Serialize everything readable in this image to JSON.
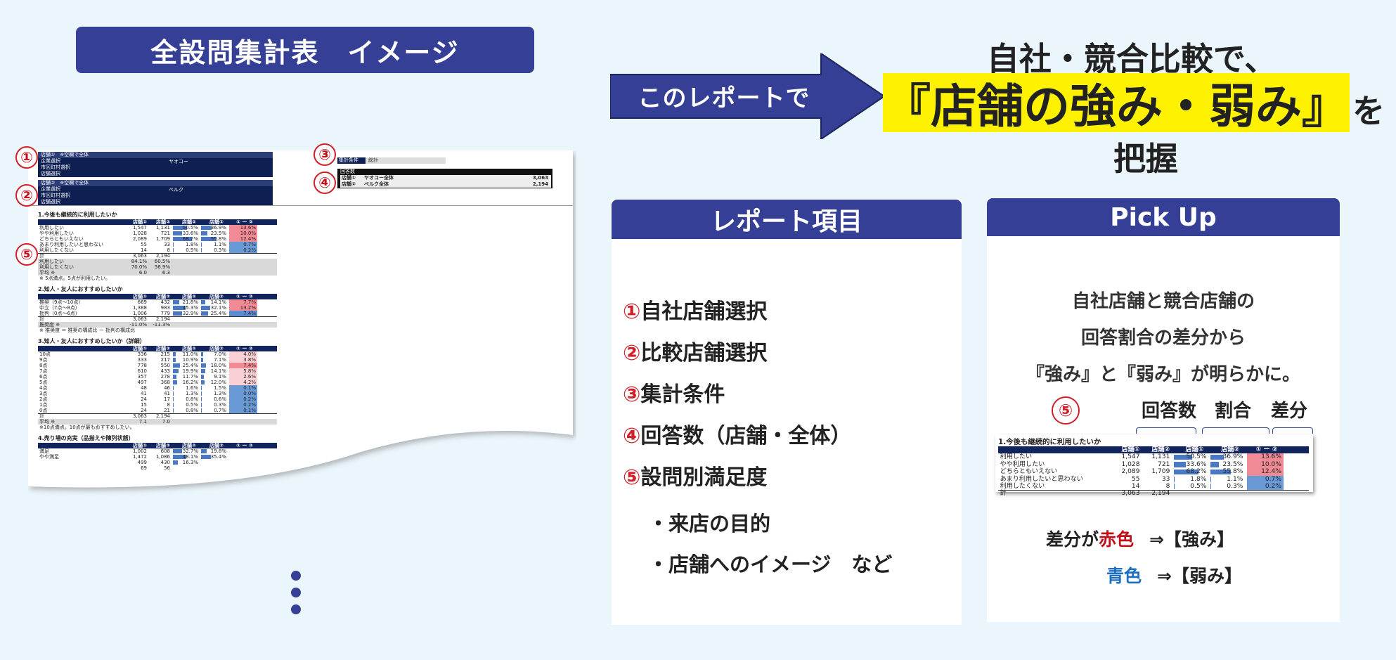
{
  "title_badge": "全設問集計表　イメージ",
  "arrow_label": "このレポートで",
  "headline": {
    "line1": "自社・競合比較で、",
    "highlight": "『店舗の強み・弱み』",
    "suffix": "を",
    "line3": "把握"
  },
  "left_panel": {
    "title": "レポート項目",
    "items": [
      {
        "num": "①",
        "text": "自社店舗選択"
      },
      {
        "num": "②",
        "text": "比較店舗選択"
      },
      {
        "num": "③",
        "text": "集計条件"
      },
      {
        "num": "④",
        "text": "回答数（店舗・全体）"
      },
      {
        "num": "⑤",
        "text": "設問別満足度"
      }
    ],
    "subitems": [
      "・来店の目的",
      "・店舗へのイメージ　など"
    ]
  },
  "right_panel": {
    "title": "Pick Up",
    "lines": [
      "自社店舗と競合店舗の",
      "回答割合の差分から",
      "『強み』と『弱み』が明らかに。"
    ],
    "marker": "⑤",
    "col_labels": [
      "回答数",
      "割合",
      "差分"
    ],
    "legend_red_prefix": "差分が",
    "legend_red": "赤色",
    "legend_red_suffix": "⇒【強み】",
    "legend_blue": "青色",
    "legend_blue_suffix": "⇒【弱み】",
    "colors": {
      "red": "#c0101a",
      "blue": "#1f6fc0"
    }
  },
  "doc": {
    "markers": [
      "①",
      "②",
      "③",
      "④",
      "⑤"
    ],
    "store1": {
      "label": "店舗①　※空欄で全体",
      "rows": [
        "企業選択",
        "市区町村選択",
        "店舗選択"
      ],
      "value": "ヤオコー"
    },
    "store2": {
      "label": "店舗②　※空欄で全体",
      "rows": [
        "企業選択",
        "市区町村選択",
        "店舗選択"
      ],
      "value": "ベルク"
    },
    "cond": {
      "label": "集計条件",
      "value": "総計"
    },
    "resp": {
      "title": "回答数",
      "rows": [
        [
          "店舗①",
          "ヤオコー全体",
          "3,063"
        ],
        [
          "店舗②",
          "ベルク全体",
          "2,194"
        ]
      ]
    },
    "header": [
      "店舗①",
      "店舗②",
      "店舗①",
      "店舗②",
      "① ー ②"
    ],
    "q1": {
      "title": "1.今後も継続的に利用したいか",
      "rows": [
        [
          "利用したい",
          "1,547",
          "1,131",
          "50.5%",
          "36.9%",
          "13.6%",
          50.5,
          36.9,
          13.6
        ],
        [
          "やや利用したい",
          "1,028",
          "721",
          "33.6%",
          "23.5%",
          "10.0%",
          33.6,
          23.5,
          10.0
        ],
        [
          "どちらともいえない",
          "2,089",
          "1,709",
          "68.2%",
          "55.8%",
          "12.4%",
          68.2,
          55.8,
          12.4
        ],
        [
          "あまり利用したいと思わない",
          "55",
          "33",
          "1.8%",
          "1.1%",
          "0.7%",
          1.8,
          1.1,
          -0.7
        ],
        [
          "利用したくない",
          "14",
          "8",
          "0.5%",
          "0.3%",
          "0.2%",
          0.5,
          0.3,
          -0.2
        ]
      ],
      "total": [
        "計",
        "3,063",
        "2,194"
      ],
      "extra": [
        [
          "利用したい",
          "84.1%",
          "60.5%"
        ],
        [
          "利用したくない",
          "70.0%",
          "56.9%"
        ],
        [
          "平均 ※",
          "6.0",
          "6.3"
        ]
      ],
      "note": "※ 5点満点。5点が利用したい。"
    },
    "q2": {
      "title": "2.知人・友人におすすめしたいか",
      "rows": [
        [
          "推奨（9点〜10点）",
          "669",
          "432",
          "21.8%",
          "14.1%",
          "7.7%",
          21.8,
          14.1,
          7.7
        ],
        [
          "中立（7点〜8点）",
          "1,388",
          "983",
          "45.3%",
          "32.1%",
          "13.2%",
          45.3,
          32.1,
          13.2
        ],
        [
          "批判（0点〜6点）",
          "1,006",
          "779",
          "32.9%",
          "25.4%",
          "7.4%",
          32.9,
          25.4,
          -7.4
        ]
      ],
      "total": [
        "計",
        "3,063",
        "2,194"
      ],
      "extra": [
        [
          "推奨度 ※",
          "-11.0%",
          "-11.3%"
        ]
      ],
      "note": "※ 推奨度 ＝ 推奨の構成比 ー 批判の構成比"
    },
    "q3": {
      "title": "3.知人・友人におすすめしたいか（詳細）",
      "rows": [
        [
          "10点",
          "336",
          "215",
          "11.0%",
          "7.0%",
          "4.0%",
          11.0,
          7.0,
          4.0
        ],
        [
          "9点",
          "333",
          "217",
          "10.9%",
          "7.1%",
          "3.8%",
          10.9,
          7.1,
          3.8
        ],
        [
          "8点",
          "778",
          "550",
          "25.4%",
          "18.0%",
          "7.4%",
          25.4,
          18.0,
          7.4
        ],
        [
          "7点",
          "610",
          "433",
          "19.9%",
          "14.1%",
          "5.8%",
          19.9,
          14.1,
          5.8
        ],
        [
          "6点",
          "357",
          "278",
          "11.7%",
          "9.1%",
          "2.6%",
          11.7,
          9.1,
          2.6
        ],
        [
          "5点",
          "497",
          "368",
          "16.2%",
          "12.0%",
          "4.2%",
          16.2,
          12.0,
          4.2
        ],
        [
          "4点",
          "48",
          "46",
          "1.6%",
          "1.5%",
          "0.1%",
          1.6,
          1.5,
          -0.1
        ],
        [
          "3点",
          "41",
          "41",
          "1.3%",
          "1.3%",
          "0.0%",
          1.3,
          1.3,
          -0.0
        ],
        [
          "2点",
          "24",
          "17",
          "0.8%",
          "0.6%",
          "0.2%",
          0.8,
          0.6,
          -0.2
        ],
        [
          "1点",
          "15",
          "8",
          "0.5%",
          "0.3%",
          "0.2%",
          0.5,
          0.3,
          -0.2
        ],
        [
          "0点",
          "24",
          "21",
          "0.8%",
          "0.7%",
          "0.1%",
          0.8,
          0.7,
          -0.1
        ]
      ],
      "total": [
        "計",
        "3,063",
        "2,194"
      ],
      "extra": [
        [
          "平均 ※",
          "7.1",
          "7.0"
        ]
      ],
      "note": "※10点満点。10点が最もおすすめしたい。"
    },
    "q4": {
      "title": "4.売り場の充実（品揃えや陳列状態）",
      "rows": [
        [
          "満足",
          "1,002",
          "608",
          "32.7%",
          "19.8%",
          "",
          32.7,
          19.8,
          0
        ],
        [
          "やや満足",
          "1,472",
          "1,086",
          "48.1%",
          "35.4%",
          "",
          48.1,
          35.4,
          0
        ],
        [
          "",
          "499",
          "430",
          "16.3%",
          "",
          "",
          16.3,
          0,
          0
        ],
        [
          "",
          "69",
          "56",
          "",
          "",
          "",
          0,
          0,
          0
        ]
      ]
    }
  },
  "pickup_table": {
    "title": "1.今後も継続的に利用したいか",
    "header": [
      "店舗①",
      "店舗②",
      "店舗①",
      "店舗②",
      "① ー ②"
    ],
    "rows": [
      [
        "利用したい",
        "1,547",
        "1,131",
        "50.5%",
        "36.9%",
        "13.6%",
        50.5,
        36.9,
        13.6
      ],
      [
        "やや利用したい",
        "1,028",
        "721",
        "33.6%",
        "23.5%",
        "10.0%",
        33.6,
        23.5,
        10.0
      ],
      [
        "どちらともいえない",
        "2,089",
        "1,709",
        "68.2%",
        "55.8%",
        "12.4%",
        68.2,
        55.8,
        12.4
      ],
      [
        "あまり利用したいと思わない",
        "55",
        "33",
        "1.8%",
        "1.1%",
        "0.7%",
        1.8,
        1.1,
        -0.7
      ],
      [
        "利用したくない",
        "14",
        "8",
        "0.5%",
        "0.3%",
        "0.2%",
        0.5,
        0.3,
        -0.2
      ]
    ],
    "total": [
      "計",
      "3,063",
      "2,194"
    ]
  }
}
